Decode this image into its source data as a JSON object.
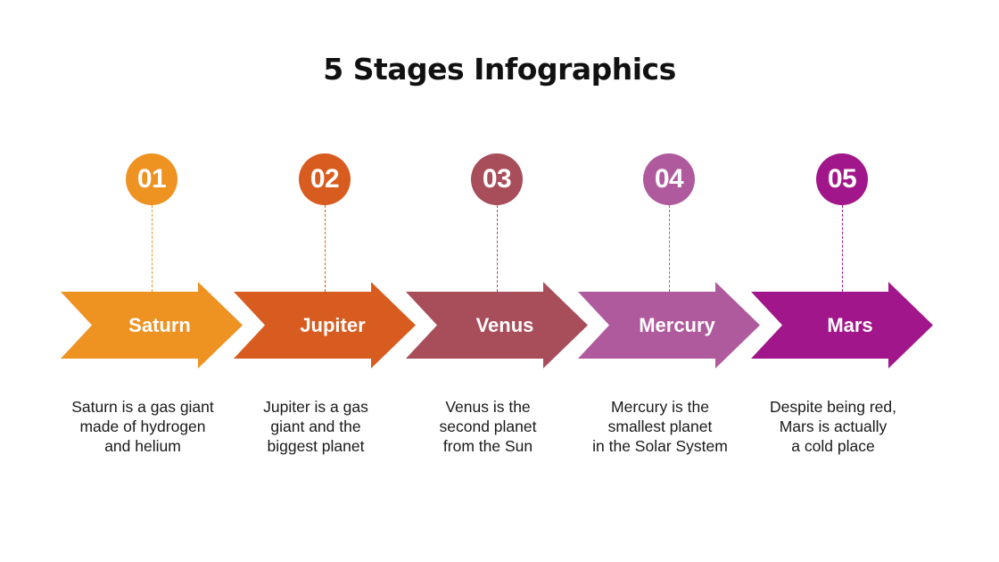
{
  "title": "5 Stages Infographics",
  "stages": [
    {
      "number": "01",
      "name": "Saturn",
      "color": "#EE9222",
      "description_lines": [
        "Saturn is a gas giant",
        "made of hydrogen",
        "and helium"
      ]
    },
    {
      "number": "02",
      "name": "Jupiter",
      "color": "#D85C1F",
      "description_lines": [
        "Jupiter is a gas",
        "giant and the",
        "biggest planet"
      ]
    },
    {
      "number": "03",
      "name": "Venus",
      "color": "#A84D5A",
      "description_lines": [
        "Venus is the",
        "second planet",
        "from the Sun"
      ]
    },
    {
      "number": "04",
      "name": "Mercury",
      "color": "#B05A9E",
      "description_lines": [
        "Mercury is the",
        "smallest planet",
        "in the Solar System"
      ]
    },
    {
      "number": "05",
      "name": "Mars",
      "color": "#A1168A",
      "description_lines": [
        "Despite being red,",
        "Mars is actually",
        "a cold place"
      ]
    }
  ]
}
